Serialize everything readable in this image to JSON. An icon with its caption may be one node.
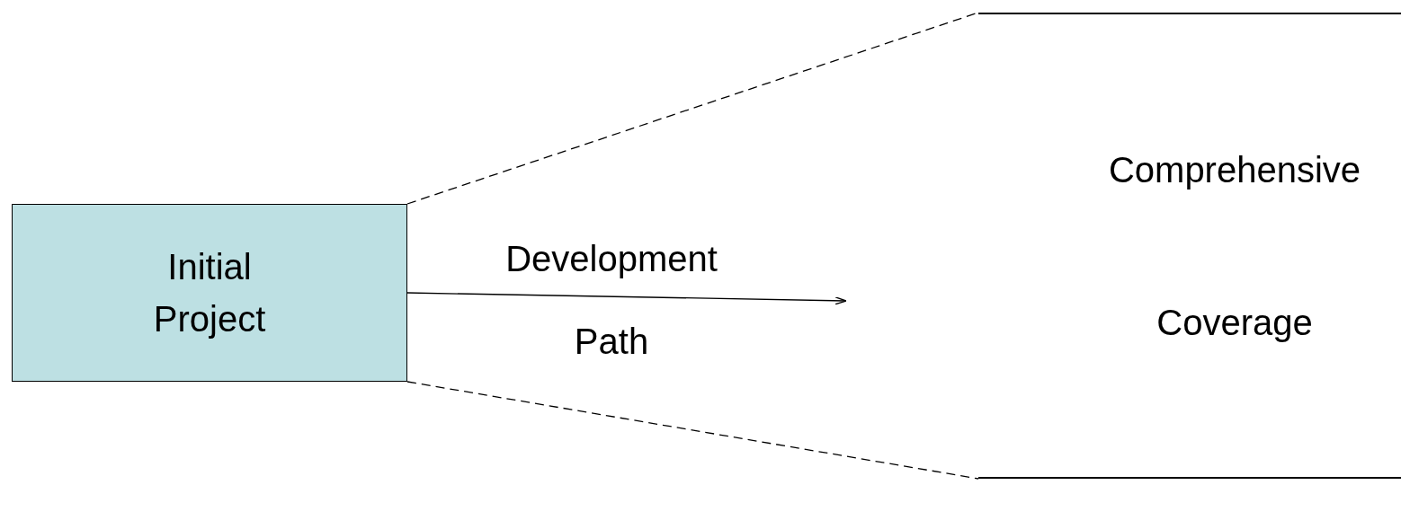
{
  "diagram": {
    "nodes": [
      {
        "text": [
          "Initial Project"
        ]
      },
      {
        "text": [
          "Comprehensive Coverage"
        ]
      }
    ],
    "edges": [
      {
        "from": 0,
        "to": null,
        "arrow": "to",
        "label": "Development Path"
      },
      {
        "from": 0,
        "to": 1,
        "arrow": "none",
        "style": "dashed"
      },
      {
        "from": 0,
        "to": 1,
        "arrow": "none",
        "style": "dashed"
      }
    ]
  }
}
